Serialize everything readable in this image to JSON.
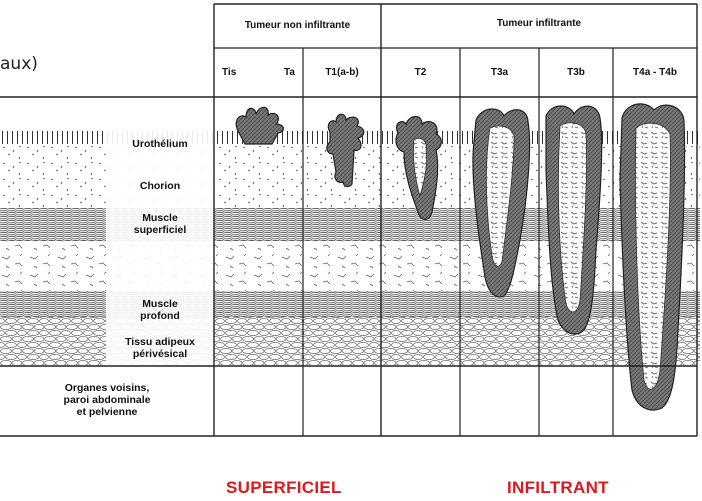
{
  "partial_text": "aux)",
  "headers": {
    "non_infiltrante": "Tumeur non infiltrante",
    "infiltrante": "Tumeur infiltrante"
  },
  "stages": {
    "tis": "Tis",
    "ta": "Ta",
    "t1": "T1(a-b)",
    "t2": "T2",
    "t3a": "T3a",
    "t3b": "T3b",
    "t4": "T4a - T4b"
  },
  "layers": {
    "urothelium": "Urothélium",
    "chorion": "Chorion",
    "muscle_sup_1": "Muscle",
    "muscle_sup_2": "superficiel",
    "muscle_prof_1": "Muscle",
    "muscle_prof_2": "profond",
    "tissu_1": "Tissu adipeux",
    "tissu_2": "périvésical",
    "organes_1": "Organes voisins,",
    "organes_2": "paroi abdominale",
    "organes_3": "et pelvienne"
  },
  "footer": {
    "superficiel": "SUPERFICIEL",
    "infiltrant": "INFILTRANT",
    "color": "#e0181e"
  }
}
